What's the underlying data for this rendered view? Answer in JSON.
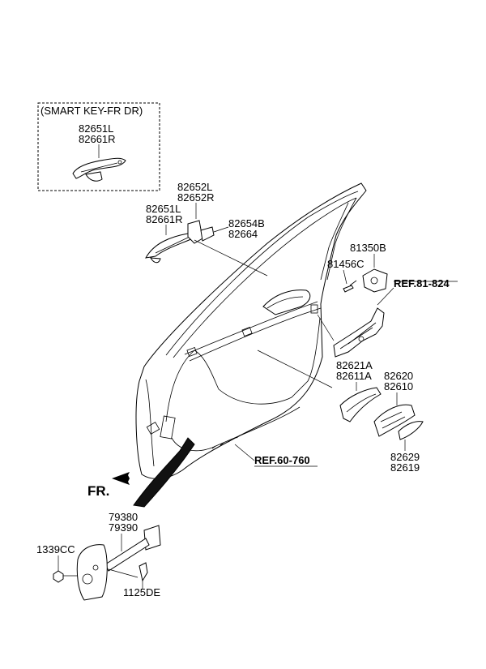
{
  "inset_title": "(SMART KEY-FR DR)",
  "labels": {
    "inset_handle_a": "82651L",
    "inset_handle_b": "82661R",
    "handle_a": "82651L",
    "handle_b": "82661R",
    "cover_a": "82652L",
    "cover_b": "82652R",
    "cap_a": "82654B",
    "cap_b": "82664",
    "latch_a": "81350B",
    "screw": "81456C",
    "inner_handle_a": "82621A",
    "inner_handle_b": "82611A",
    "inner_base_a": "82620",
    "inner_base_b": "82610",
    "bezel_a": "82629",
    "bezel_b": "82619",
    "checker_a": "79380",
    "checker_b": "79390",
    "nut": "1339CC",
    "bolt": "1125DE"
  },
  "refs": {
    "latch_ref": "REF.81-824",
    "door_ref": "REF.60-760"
  },
  "direction": "FR."
}
